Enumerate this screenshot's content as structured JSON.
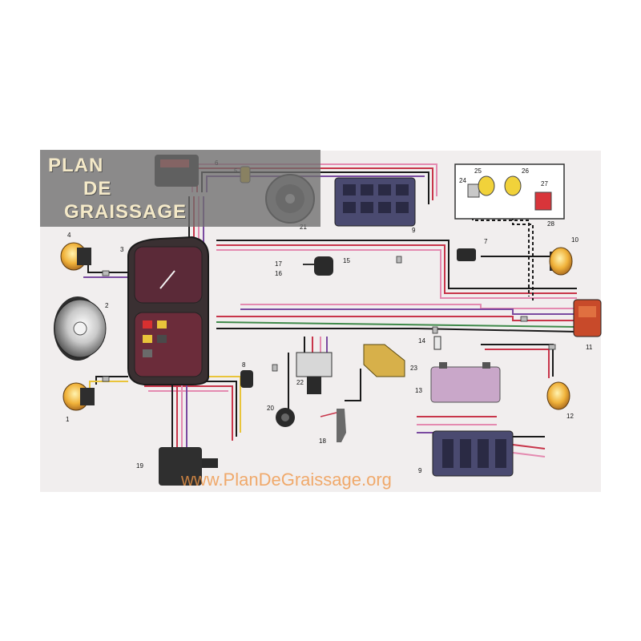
{
  "logo": {
    "line1": "PLAN",
    "line2": "DE",
    "line3": "GRAISSAGE"
  },
  "watermark": "www.PlanDeGraissage.org",
  "colors": {
    "wire_black": "#1a1a1a",
    "wire_red": "#c8354a",
    "wire_pink": "#e48ab0",
    "wire_violet": "#7a4aa0",
    "wire_green": "#3f8a4a",
    "wire_yellow": "#e9c43a",
    "wire_gray": "#8a8a8a",
    "lamp_amber": "#f0b23a",
    "component_dark": "#3a3a3a",
    "battery": "#c9a7c9"
  },
  "labels": [
    "1",
    "2",
    "3",
    "4",
    "5",
    "6",
    "7",
    "8",
    "9",
    "10",
    "11",
    "12",
    "13",
    "14",
    "15",
    "16",
    "17",
    "18",
    "19",
    "20",
    "21",
    "22",
    "23",
    "24",
    "25",
    "26",
    "27",
    "28",
    "9"
  ]
}
